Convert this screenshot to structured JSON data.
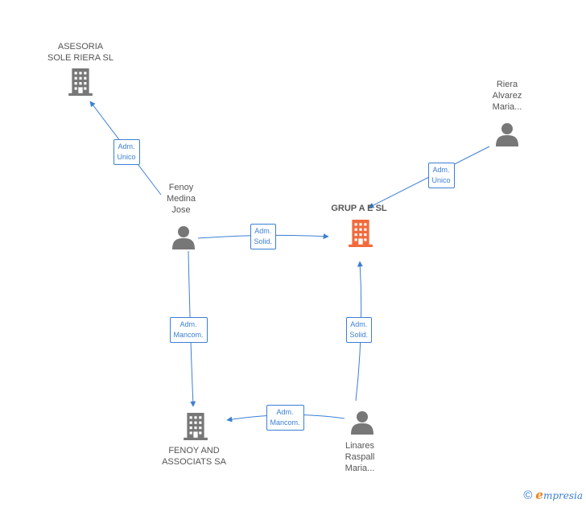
{
  "nodes": {
    "asesoria": {
      "label": "ASESORIA\nSOLE RIERA SL",
      "kind": "company"
    },
    "riera": {
      "label": "Riera\nAlvarez\nMaria...",
      "kind": "person"
    },
    "fenoy_jose": {
      "label": "Fenoy\nMedina\nJose",
      "kind": "person"
    },
    "grup": {
      "label": "GRUP A E SL",
      "kind": "company-main"
    },
    "fenoy_associats": {
      "label": "FENOY AND\nASSOCIATS SA",
      "kind": "company"
    },
    "linares": {
      "label": "Linares\nRaspall\nMaria...",
      "kind": "person"
    }
  },
  "edges": [
    {
      "from": "fenoy_jose",
      "to": "asesoria",
      "label": "Adm.\nUnico"
    },
    {
      "from": "riera",
      "to": "grup",
      "label": "Adm.\nUnico"
    },
    {
      "from": "fenoy_jose",
      "to": "grup",
      "label": "Adm.\nSolid."
    },
    {
      "from": "fenoy_jose",
      "to": "fenoy_associats",
      "label": "Adm.\nMancom."
    },
    {
      "from": "linares",
      "to": "grup",
      "label": "Adm.\nSolid."
    },
    {
      "from": "linares",
      "to": "fenoy_associats",
      "label": "Adm.\nMancom."
    }
  ],
  "colors": {
    "edge": "#3b7fd4",
    "node": "#777777",
    "main_node": "#f26a3c"
  },
  "footer": {
    "copyright_symbol": "©",
    "brand_initial": "e",
    "brand_rest": "mpresia"
  }
}
